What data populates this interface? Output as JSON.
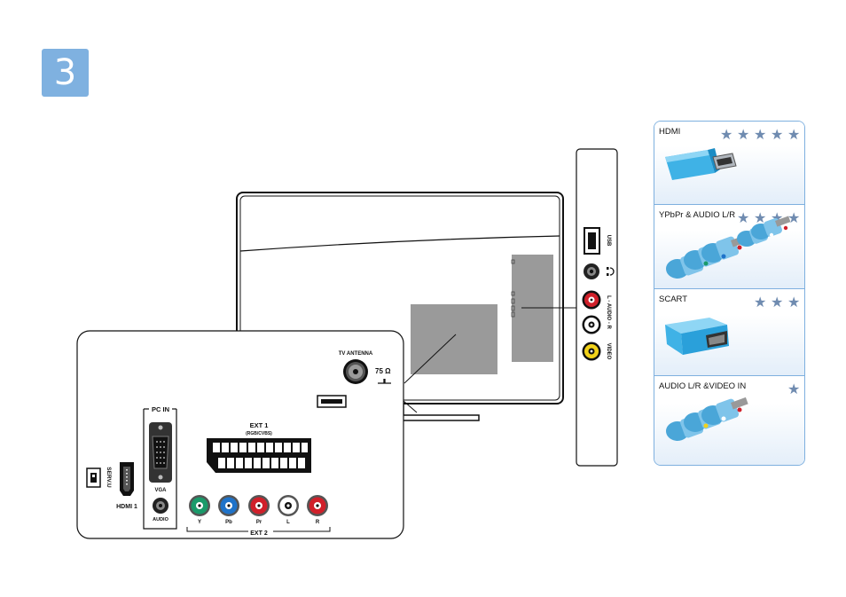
{
  "step_number": "3",
  "connectors": {
    "tv_antenna": "TV ANTENNA",
    "ohm": "75 Ω",
    "ext1": "EXT 1",
    "ext1_sub": "(RGB/CVBS)",
    "pc_in": "PC IN",
    "vga": "VGA",
    "audio": "AUDIO",
    "serv_u": "SERV.U",
    "hdmi1": "HDMI 1",
    "ext2_ports": [
      "Y",
      "Pb",
      "Pr",
      "L",
      "R"
    ],
    "ext2": "EXT 2"
  },
  "side_panel": {
    "usb": "USB",
    "audio_lr": "L - AUDIO - R",
    "video": "VIDEO"
  },
  "legend": [
    {
      "title": "HDMI",
      "stars": 5,
      "icon": "hdmi-cable-icon"
    },
    {
      "title": "YPbPr & AUDIO L/R",
      "stars": 4,
      "icon": "component-cables-icon"
    },
    {
      "title": "SCART",
      "stars": 3,
      "icon": "scart-cable-icon"
    },
    {
      "title": "AUDIO L/R &VIDEO IN",
      "stars": 1,
      "icon": "composite-cables-icon"
    }
  ],
  "colors": {
    "accent": "#7fb1e0",
    "legend_border": "#7eb0df",
    "star": "#6f8bb0",
    "y": "#1a9a6a",
    "pb": "#1f73c9",
    "pr": "#d0202a",
    "l": "#ffffff",
    "r": "#d0202a",
    "video": "#f2d21a"
  }
}
